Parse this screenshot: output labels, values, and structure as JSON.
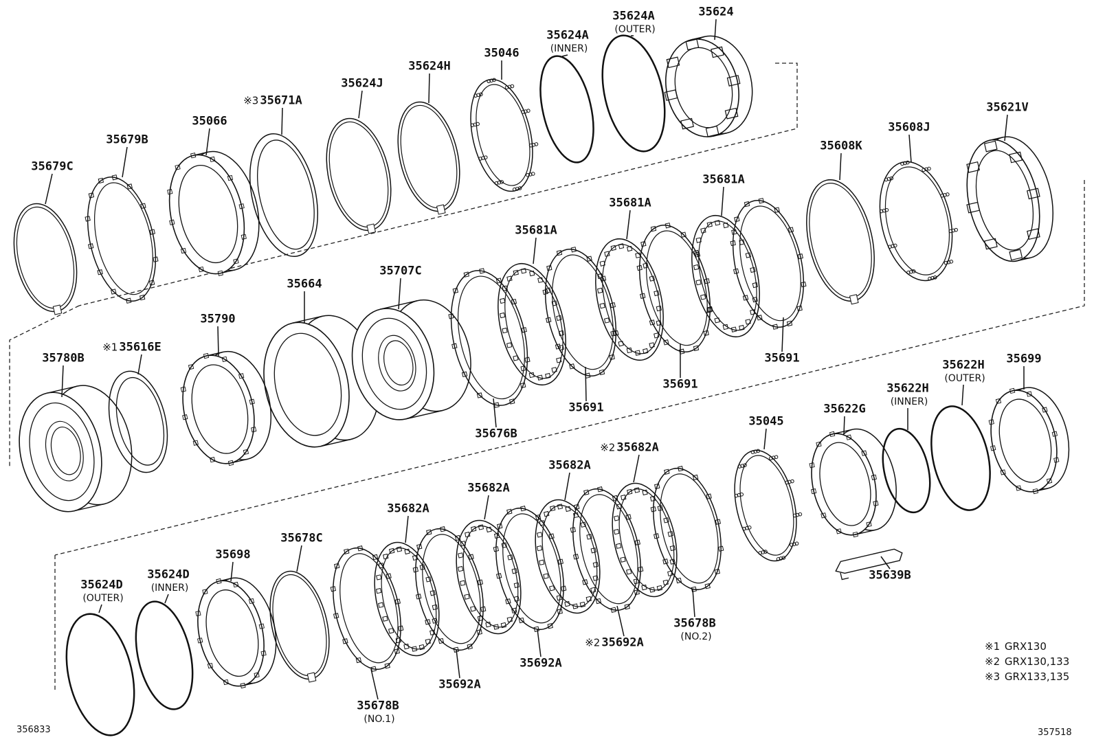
{
  "labels": [
    {
      "id": "35624",
      "text": "35624",
      "mark": ""
    },
    {
      "id": "35624A-outer",
      "text": "35624A",
      "mark": "",
      "sub": "(OUTER)"
    },
    {
      "id": "35624A-inner",
      "text": "35624A",
      "mark": "",
      "sub": "(INNER)"
    },
    {
      "id": "35046",
      "text": "35046",
      "mark": ""
    },
    {
      "id": "35624H",
      "text": "35624H",
      "mark": ""
    },
    {
      "id": "35624J",
      "text": "35624J",
      "mark": ""
    },
    {
      "id": "35671A",
      "text": "35671A",
      "mark": "※3"
    },
    {
      "id": "35066",
      "text": "35066",
      "mark": ""
    },
    {
      "id": "35679B",
      "text": "35679B",
      "mark": ""
    },
    {
      "id": "35679C",
      "text": "35679C",
      "mark": ""
    },
    {
      "id": "35621V",
      "text": "35621V",
      "mark": ""
    },
    {
      "id": "35608J",
      "text": "35608J",
      "mark": ""
    },
    {
      "id": "35608K",
      "text": "35608K",
      "mark": ""
    },
    {
      "id": "35681A-1",
      "text": "35681A",
      "mark": ""
    },
    {
      "id": "35681A-2",
      "text": "35681A",
      "mark": ""
    },
    {
      "id": "35681A-3",
      "text": "35681A",
      "mark": ""
    },
    {
      "id": "35691-1",
      "text": "35691",
      "mark": ""
    },
    {
      "id": "35691-2",
      "text": "35691",
      "mark": ""
    },
    {
      "id": "35691-3",
      "text": "35691",
      "mark": ""
    },
    {
      "id": "35676B",
      "text": "35676B",
      "mark": ""
    },
    {
      "id": "35707C",
      "text": "35707C",
      "mark": ""
    },
    {
      "id": "35664",
      "text": "35664",
      "mark": ""
    },
    {
      "id": "35790",
      "text": "35790",
      "mark": ""
    },
    {
      "id": "35616E",
      "text": "35616E",
      "mark": "※1"
    },
    {
      "id": "35780B",
      "text": "35780B",
      "mark": ""
    },
    {
      "id": "35699",
      "text": "35699",
      "mark": ""
    },
    {
      "id": "35622H-outer",
      "text": "35622H",
      "mark": "",
      "sub": "(OUTER)"
    },
    {
      "id": "35622H-inner",
      "text": "35622H",
      "mark": "",
      "sub": "(INNER)"
    },
    {
      "id": "35622G",
      "text": "35622G",
      "mark": ""
    },
    {
      "id": "35045",
      "text": "35045",
      "mark": ""
    },
    {
      "id": "35639B",
      "text": "35639B",
      "mark": ""
    },
    {
      "id": "35682A-1",
      "text": "35682A",
      "mark": "※2"
    },
    {
      "id": "35682A-2",
      "text": "35682A",
      "mark": ""
    },
    {
      "id": "35682A-3",
      "text": "35682A",
      "mark": ""
    },
    {
      "id": "35682A-4",
      "text": "35682A",
      "mark": ""
    },
    {
      "id": "35678B-2",
      "text": "35678B",
      "mark": "",
      "sub": "(NO.2)"
    },
    {
      "id": "35692A-1",
      "text": "35692A",
      "mark": "※2"
    },
    {
      "id": "35692A-2",
      "text": "35692A",
      "mark": ""
    },
    {
      "id": "35692A-3",
      "text": "35692A",
      "mark": ""
    },
    {
      "id": "35678C",
      "text": "35678C",
      "mark": ""
    },
    {
      "id": "35698",
      "text": "35698",
      "mark": ""
    },
    {
      "id": "35624D-inner",
      "text": "35624D",
      "mark": "",
      "sub": "(INNER)"
    },
    {
      "id": "35624D-outer",
      "text": "35624D",
      "mark": "",
      "sub": "(OUTER)"
    },
    {
      "id": "35678B-1",
      "text": "35678B",
      "mark": "",
      "sub": "(NO.1)"
    }
  ],
  "notes": [
    {
      "mark": "※1",
      "text": "GRX130"
    },
    {
      "mark": "※2",
      "text": "GRX130,133"
    },
    {
      "mark": "※3",
      "text": "GRX133,135"
    }
  ],
  "codes": {
    "left": "356833",
    "right": "357518"
  }
}
